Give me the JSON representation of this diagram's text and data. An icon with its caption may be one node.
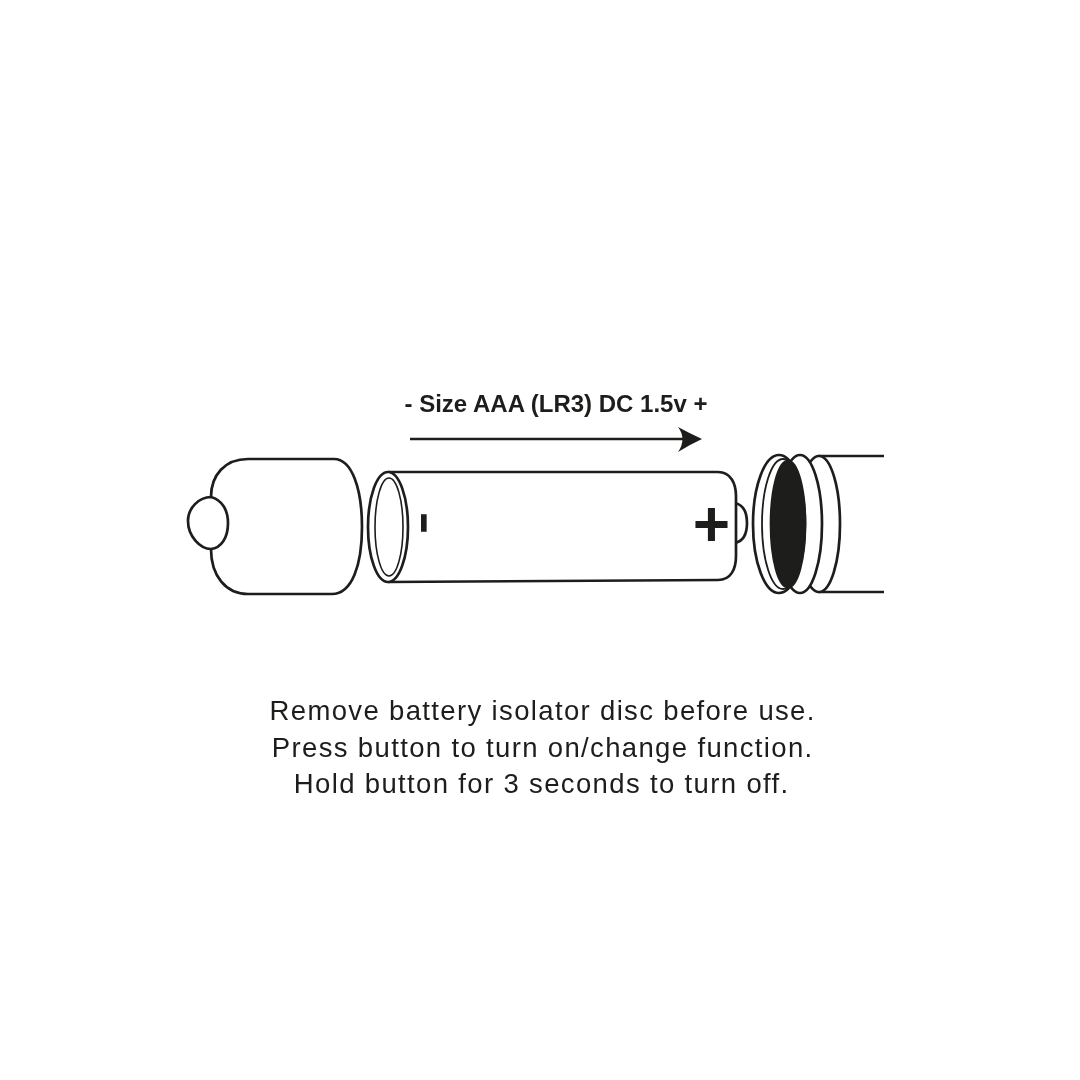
{
  "diagram": {
    "labels": [
      "- Size AAA (LR3) DC 1.5v +",
      "-",
      "+",
      "Remove battery isolator disc before use.",
      "Press button to turn on/change function.",
      "Hold button for 3 seconds to turn off."
    ]
  }
}
